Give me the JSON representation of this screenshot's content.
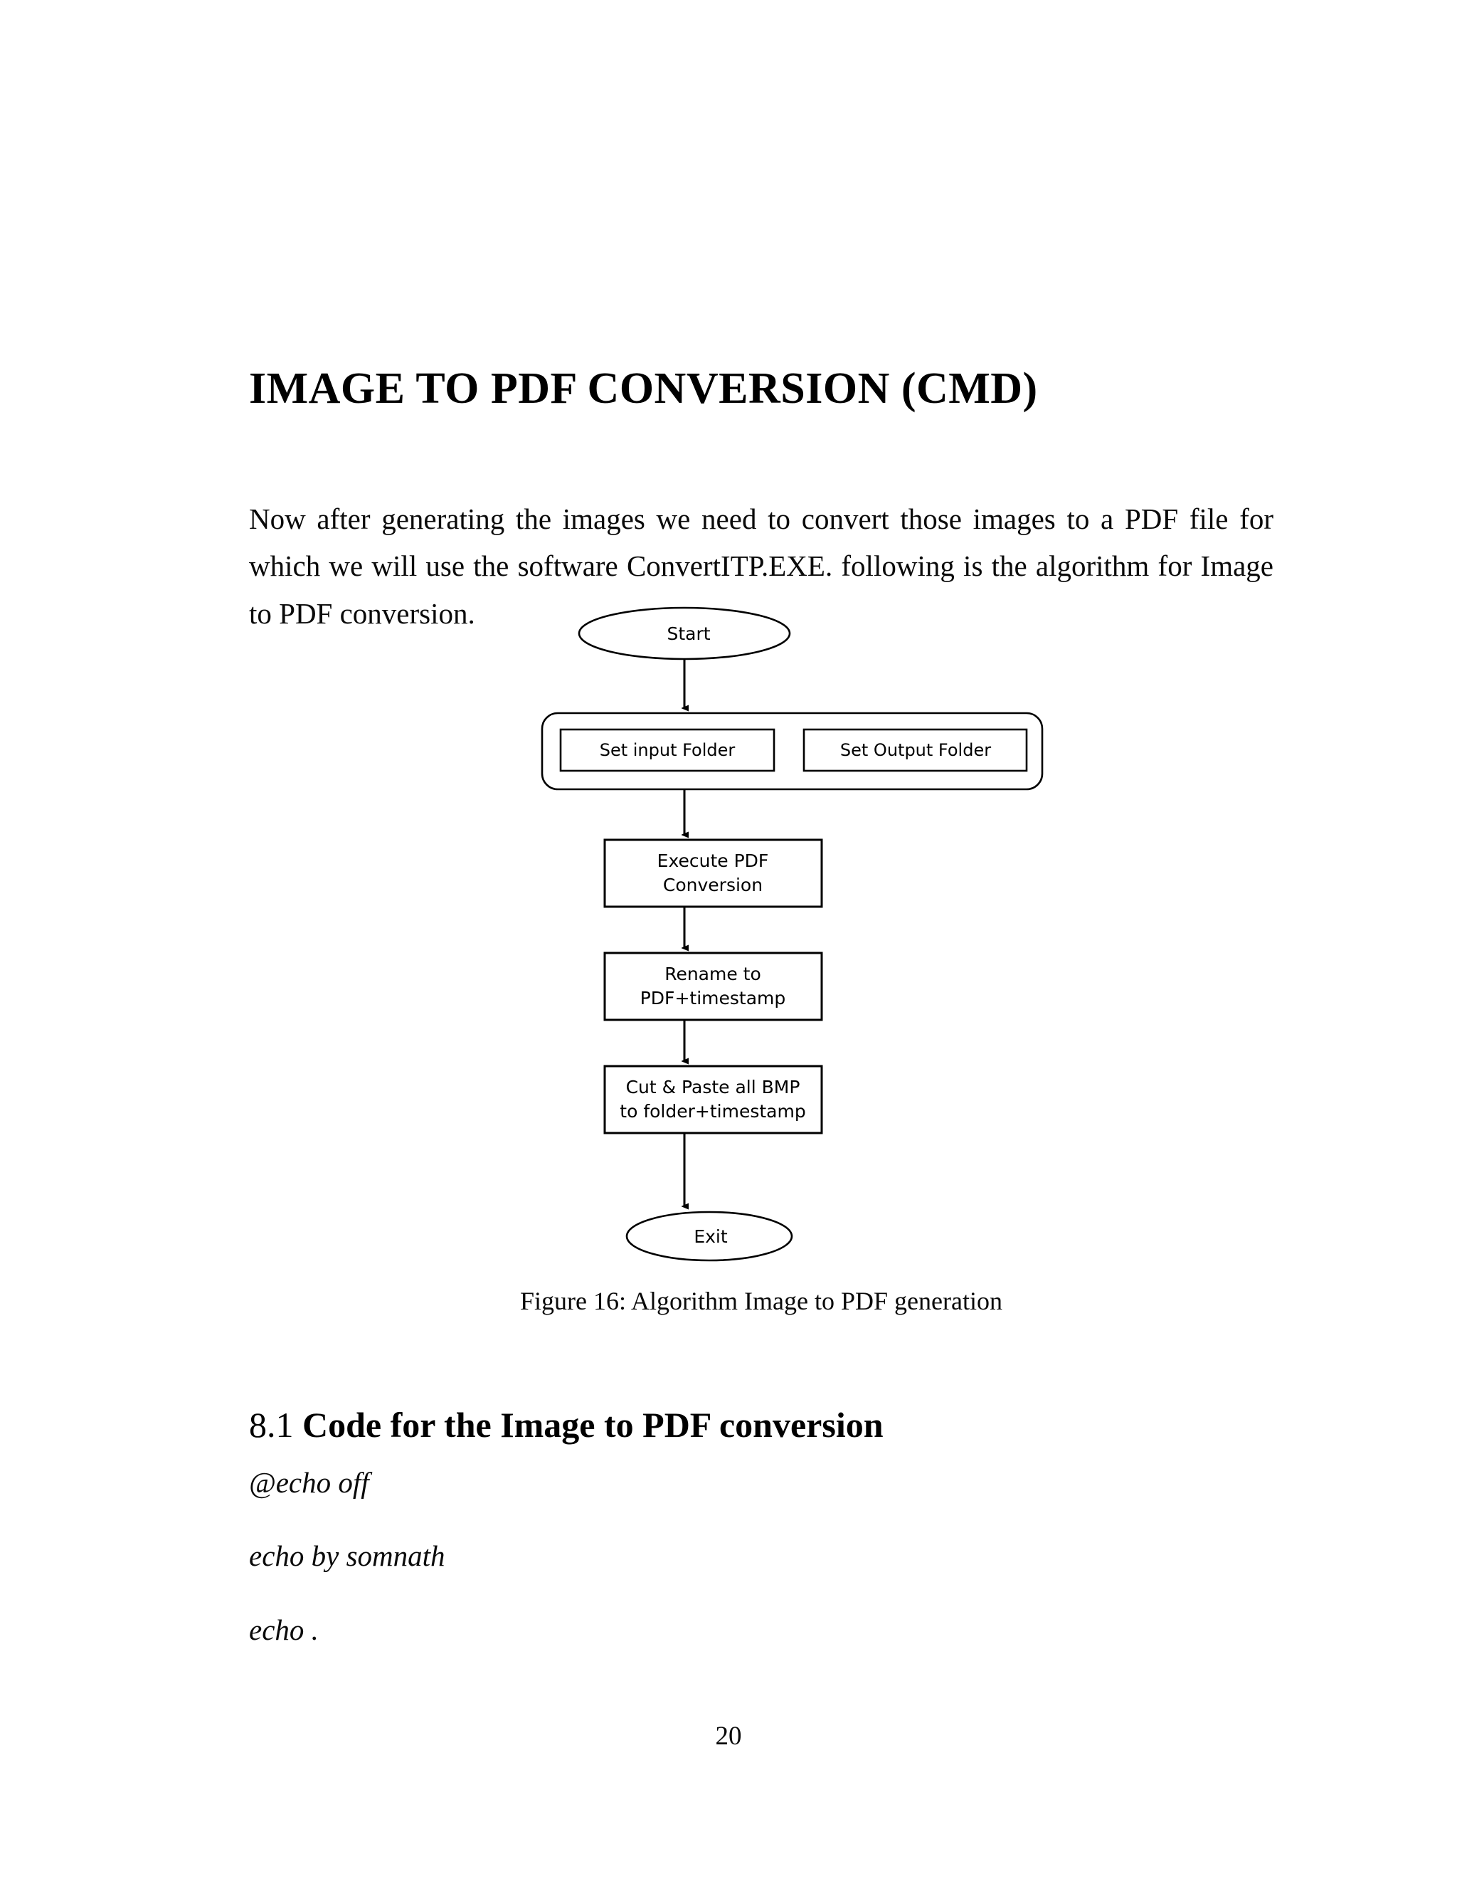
{
  "document": {
    "title": "IMAGE TO PDF CONVERSION (CMD)",
    "page_number": "20"
  },
  "intro": {
    "paragraph": "Now after generating the images we need to convert those images to a PDF file for which we will use the software ConvertITP.EXE. following is the algorithm for Image to PDF conversion."
  },
  "figure": {
    "caption": "Figure 16: Algorithm Image to PDF generation",
    "nodes": {
      "start": "Start",
      "set_input": "Set input Folder",
      "set_output": "Set Output Folder",
      "execute_line1": "Execute PDF",
      "execute_line2": "Conversion",
      "rename_line1": "Rename to",
      "rename_line2": "PDF+timestamp",
      "cutpaste_line1": "Cut & Paste all BMP",
      "cutpaste_line2": "to folder+timestamp",
      "exit": "Exit"
    }
  },
  "section": {
    "number": "8.1",
    "title": "Code for the Image to PDF conversion"
  },
  "code": {
    "line1": "@echo off",
    "line2": "echo by somnath",
    "line3": "echo ."
  },
  "colors": {
    "ink": "#000000",
    "paper": "#ffffff"
  }
}
